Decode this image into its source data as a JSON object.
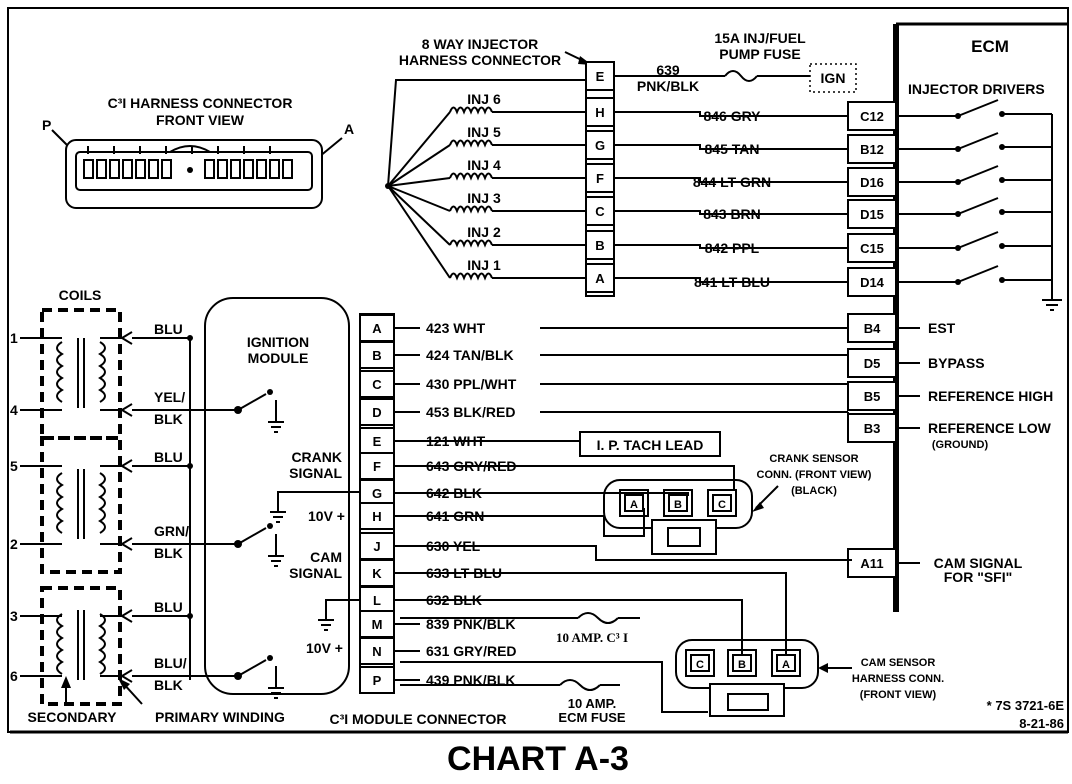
{
  "title": "CHART A-3",
  "doc_ref_1": "* 7S 3721-6E",
  "doc_ref_2": "8-21-86",
  "ecm_label": "ECM",
  "injector_drivers": "INJECTOR DRIVERS",
  "injector_connector_label_1": "8 WAY INJECTOR",
  "injector_connector_label_2": "HARNESS CONNECTOR",
  "fuse_top_1": "15A INJ/FUEL",
  "fuse_top_2": "PUMP FUSE",
  "ign_label": "IGN",
  "wire_639_1": "639",
  "wire_639_2": "PNK/BLK",
  "c3i_front_1": "C³I HARNESS CONNECTOR",
  "c3i_front_2": "FRONT VIEW",
  "c3i_p": "P",
  "c3i_a": "A",
  "injectors": [
    {
      "name": "INJ 6",
      "pin": "H",
      "wire": "846 GRY",
      "ecm": "C12"
    },
    {
      "name": "INJ 5",
      "pin": "G",
      "wire": "845 TAN",
      "ecm": "B12"
    },
    {
      "name": "INJ 4",
      "pin": "F",
      "wire": "844 LT GRN",
      "ecm": "D16"
    },
    {
      "name": "INJ 3",
      "pin": "C",
      "wire": "843 BRN",
      "ecm": "D15"
    },
    {
      "name": "INJ 2",
      "pin": "B",
      "wire": "842 PPL",
      "ecm": "C15"
    },
    {
      "name": "INJ 1",
      "pin": "A",
      "wire": "841 LT BLU",
      "ecm": "D14"
    }
  ],
  "inj_pin_e": "E",
  "coils_label": "COILS",
  "coil_terminals": [
    "1",
    "4",
    "5",
    "2",
    "3",
    "6"
  ],
  "coil_wires": [
    "BLU",
    "YEL/",
    "BLK",
    "BLU",
    "GRN/",
    "BLK",
    "BLU",
    "BLU/",
    "BLK"
  ],
  "secondary": "SECONDARY",
  "primary_winding": "PRIMARY WINDING",
  "ignition_module_1": "IGNITION",
  "ignition_module_2": "MODULE",
  "crank_signal_1": "CRANK",
  "crank_signal_2": "SIGNAL",
  "cam_signal_1": "CAM",
  "cam_signal_2": "SIGNAL",
  "ten_v_1": "10V +",
  "ten_v_2": "10V +",
  "module_connector": "C³I MODULE CONNECTOR",
  "module_pins": [
    {
      "pin": "A",
      "wire": "423 WHT"
    },
    {
      "pin": "B",
      "wire": "424 TAN/BLK"
    },
    {
      "pin": "C",
      "wire": "430 PPL/WHT"
    },
    {
      "pin": "D",
      "wire": "453 BLK/RED"
    },
    {
      "pin": "E",
      "wire": "121 WHT"
    },
    {
      "pin": "F",
      "wire": "643 GRY/RED"
    },
    {
      "pin": "G",
      "wire": "642 BLK"
    },
    {
      "pin": "H",
      "wire": "641 GRN"
    },
    {
      "pin": "J",
      "wire": "630 YEL"
    },
    {
      "pin": "K",
      "wire": "633 LT BLU"
    },
    {
      "pin": "L",
      "wire": "632 BLK"
    },
    {
      "pin": "M",
      "wire": "839 PNK/BLK"
    },
    {
      "pin": "N",
      "wire": "631 GRY/RED"
    },
    {
      "pin": "P",
      "wire": "439 PNK/BLK"
    }
  ],
  "ecm_inputs": [
    {
      "pin": "B4",
      "label": "EST"
    },
    {
      "pin": "D5",
      "label": "BYPASS"
    },
    {
      "pin": "B5",
      "label": "REFERENCE HIGH"
    },
    {
      "pin": "B3",
      "label": "REFERENCE LOW"
    },
    {
      "pin": "A11",
      "label": "CAM SIGNAL"
    }
  ],
  "ground_label": "(GROUND)",
  "sfi_label": "FOR \"SFI\"",
  "tach_lead": "I. P. TACH LEAD",
  "crank_sensor_1": "CRANK SENSOR",
  "crank_sensor_2": "CONN. (FRONT VIEW)",
  "crank_sensor_3": "(BLACK)",
  "crank_pins": [
    "A",
    "B",
    "C"
  ],
  "cam_sensor_1": "CAM SENSOR",
  "cam_sensor_2": "HARNESS CONN.",
  "cam_sensor_3": "(FRONT VIEW)",
  "cam_pins": [
    "C",
    "B",
    "A"
  ],
  "fuse_10a_c3i": "10 AMP. C³ I",
  "fuse_10a_ecm_1": "10 AMP.",
  "fuse_10a_ecm_2": "ECM FUSE"
}
